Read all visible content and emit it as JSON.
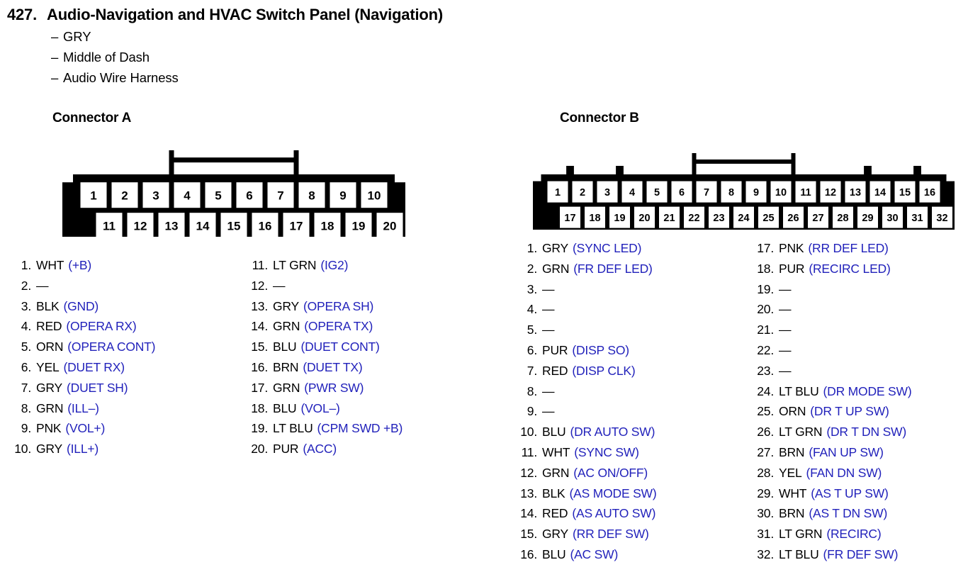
{
  "header": {
    "number": "427.",
    "title": "Audio-Navigation and HVAC Switch Panel (Navigation)",
    "bullets": [
      "GRY",
      "Middle of Dash",
      "Audio Wire Harness"
    ],
    "dash": "–"
  },
  "connector_a": {
    "heading": "Connector A",
    "top_row": [
      "1",
      "2",
      "3",
      "4",
      "5",
      "6",
      "7",
      "8",
      "9",
      "10"
    ],
    "bottom_row": [
      "11",
      "12",
      "13",
      "14",
      "15",
      "16",
      "17",
      "18",
      "19",
      "20"
    ],
    "pins_left": [
      {
        "num": "1.",
        "wire": "WHT",
        "fn": "(+B)"
      },
      {
        "num": "2.",
        "wire": "—",
        "fn": ""
      },
      {
        "num": "3.",
        "wire": "BLK",
        "fn": "(GND)"
      },
      {
        "num": "4.",
        "wire": "RED",
        "fn": "(OPERA RX)"
      },
      {
        "num": "5.",
        "wire": "ORN",
        "fn": "(OPERA CONT)"
      },
      {
        "num": "6.",
        "wire": "YEL",
        "fn": "(DUET RX)"
      },
      {
        "num": "7.",
        "wire": "GRY",
        "fn": "(DUET SH)"
      },
      {
        "num": "8.",
        "wire": "GRN",
        "fn": "(ILL–)"
      },
      {
        "num": "9.",
        "wire": "PNK",
        "fn": "(VOL+)"
      },
      {
        "num": "10.",
        "wire": "GRY",
        "fn": "(ILL+)"
      }
    ],
    "pins_right": [
      {
        "num": "11.",
        "wire": "LT GRN",
        "fn": "(IG2)"
      },
      {
        "num": "12.",
        "wire": "—",
        "fn": ""
      },
      {
        "num": "13.",
        "wire": "GRY",
        "fn": "(OPERA SH)"
      },
      {
        "num": "14.",
        "wire": "GRN",
        "fn": "(OPERA TX)"
      },
      {
        "num": "15.",
        "wire": "BLU",
        "fn": "(DUET CONT)"
      },
      {
        "num": "16.",
        "wire": "BRN",
        "fn": "(DUET TX)"
      },
      {
        "num": "17.",
        "wire": "GRN",
        "fn": "(PWR SW)"
      },
      {
        "num": "18.",
        "wire": "BLU",
        "fn": "(VOL–)"
      },
      {
        "num": "19.",
        "wire": "LT BLU",
        "fn": "(CPM SWD +B)"
      },
      {
        "num": "20.",
        "wire": "PUR",
        "fn": "(ACC)"
      }
    ]
  },
  "connector_b": {
    "heading": "Connector B",
    "top_row": [
      "1",
      "2",
      "3",
      "4",
      "5",
      "6",
      "7",
      "8",
      "9",
      "10",
      "11",
      "12",
      "13",
      "14",
      "15",
      "16"
    ],
    "bottom_row": [
      "17",
      "18",
      "19",
      "20",
      "21",
      "22",
      "23",
      "24",
      "25",
      "26",
      "27",
      "28",
      "29",
      "30",
      "31",
      "32"
    ],
    "pins_left": [
      {
        "num": "1.",
        "wire": "GRY",
        "fn": "(SYNC LED)"
      },
      {
        "num": "2.",
        "wire": "GRN",
        "fn": "(FR DEF LED)"
      },
      {
        "num": "3.",
        "wire": "—",
        "fn": ""
      },
      {
        "num": "4.",
        "wire": "—",
        "fn": ""
      },
      {
        "num": "5.",
        "wire": "—",
        "fn": ""
      },
      {
        "num": "6.",
        "wire": "PUR",
        "fn": "(DISP SO)"
      },
      {
        "num": "7.",
        "wire": "RED",
        "fn": "(DISP CLK)"
      },
      {
        "num": "8.",
        "wire": "—",
        "fn": ""
      },
      {
        "num": "9.",
        "wire": "—",
        "fn": ""
      },
      {
        "num": "10.",
        "wire": "BLU",
        "fn": "(DR AUTO SW)"
      },
      {
        "num": "11.",
        "wire": "WHT",
        "fn": "(SYNC SW)"
      },
      {
        "num": "12.",
        "wire": "GRN",
        "fn": "(AC ON/OFF)"
      },
      {
        "num": "13.",
        "wire": "BLK",
        "fn": "(AS MODE SW)"
      },
      {
        "num": "14.",
        "wire": "RED",
        "fn": "(AS AUTO SW)"
      },
      {
        "num": "15.",
        "wire": "GRY",
        "fn": "(RR DEF SW)"
      },
      {
        "num": "16.",
        "wire": "BLU",
        "fn": "(AC SW)"
      }
    ],
    "pins_right": [
      {
        "num": "17.",
        "wire": "PNK",
        "fn": "(RR DEF LED)"
      },
      {
        "num": "18.",
        "wire": "PUR",
        "fn": "(RECIRC LED)"
      },
      {
        "num": "19.",
        "wire": "—",
        "fn": ""
      },
      {
        "num": "20.",
        "wire": "—",
        "fn": ""
      },
      {
        "num": "21.",
        "wire": "—",
        "fn": ""
      },
      {
        "num": "22.",
        "wire": "—",
        "fn": ""
      },
      {
        "num": "23.",
        "wire": "—",
        "fn": ""
      },
      {
        "num": "24.",
        "wire": "LT BLU",
        "fn": "(DR MODE SW)"
      },
      {
        "num": "25.",
        "wire": "ORN",
        "fn": "(DR T UP SW)"
      },
      {
        "num": "26.",
        "wire": "LT GRN",
        "fn": "(DR T DN SW)"
      },
      {
        "num": "27.",
        "wire": "BRN",
        "fn": "(FAN UP SW)"
      },
      {
        "num": "28.",
        "wire": "YEL",
        "fn": "(FAN DN SW)"
      },
      {
        "num": "29.",
        "wire": "WHT",
        "fn": "(AS T UP SW)"
      },
      {
        "num": "30.",
        "wire": "BRN",
        "fn": "(AS T DN SW)"
      },
      {
        "num": "31.",
        "wire": "LT GRN",
        "fn": "(RECIRC)"
      },
      {
        "num": "32.",
        "wire": "LT BLU",
        "fn": "(FR DEF SW)"
      }
    ]
  },
  "colors": {
    "function_text": "#2222bb",
    "wire_text": "#000000",
    "outline": "#000000",
    "cell_fill": "#ffffff"
  }
}
